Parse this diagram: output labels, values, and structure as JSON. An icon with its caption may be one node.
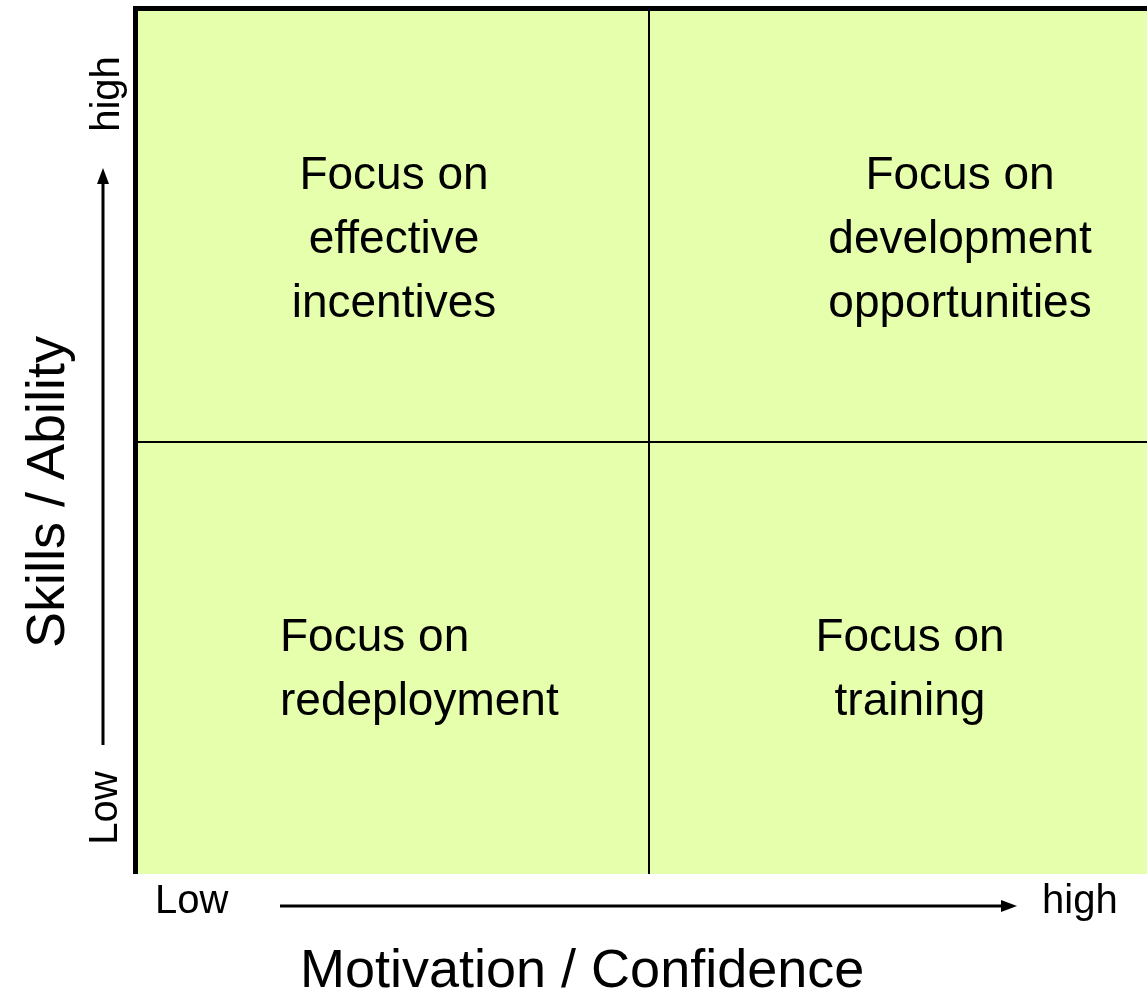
{
  "diagram": {
    "nodes": [
      {
        "text": [
          "Focus on effective incentives"
        ]
      },
      {
        "text": [
          "Focus on development opportunities"
        ]
      },
      {
        "text": [
          "Focus on redeployment"
        ]
      },
      {
        "text": [
          "Focus on training"
        ]
      }
    ],
    "labels": [
      "high",
      "Skills / Ability",
      "Low",
      "Low",
      "high",
      "Motivation / Confidence"
    ]
  }
}
